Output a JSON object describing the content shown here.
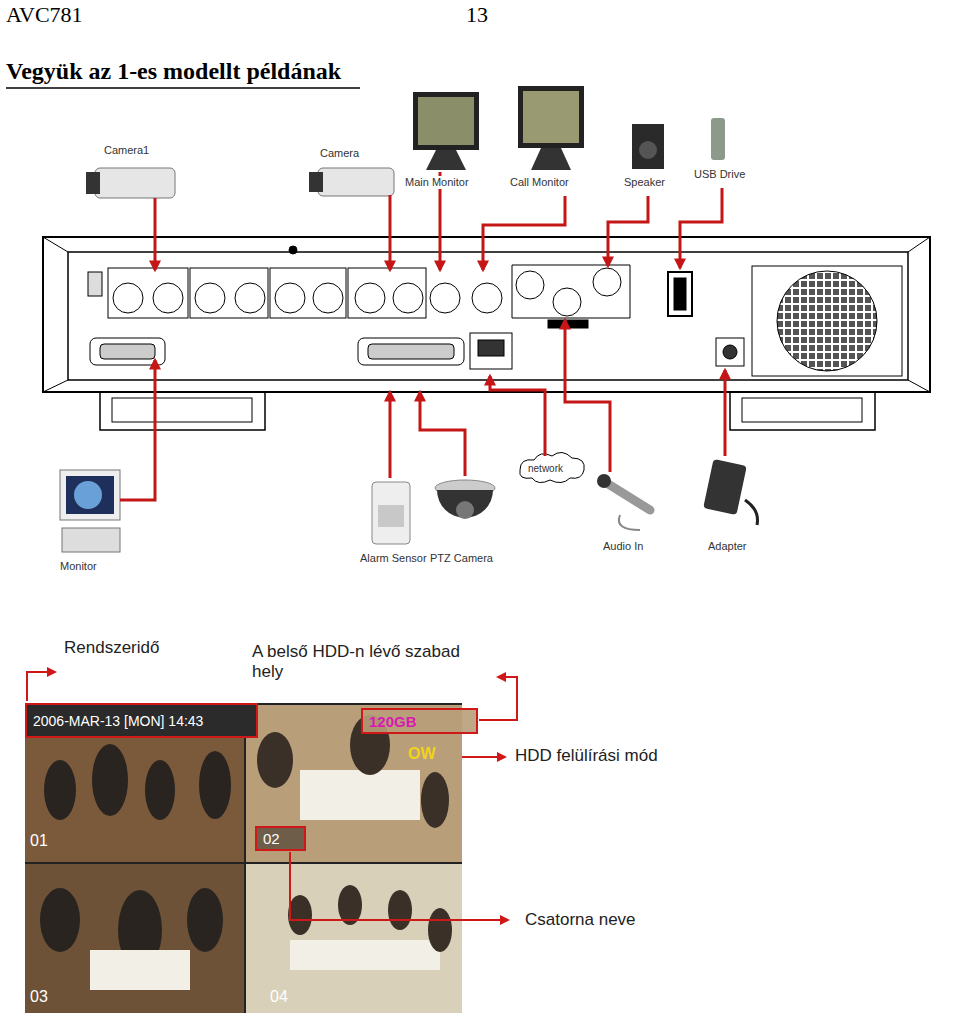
{
  "diagram": {
    "title": "Vegyük az 1-es modellt példának",
    "nodes": [
      {
        "text": [
          "2006-MAR-13 [MON] 14:43"
        ]
      },
      {
        "text": [
          "120GB"
        ]
      },
      {
        "text": [
          "02"
        ]
      }
    ],
    "labels": [
      "AVC781",
      "13",
      "Camera1",
      "Camera",
      "Main Monitor",
      "Call Monitor",
      "Speaker",
      "USB Drive",
      "Monitor",
      "Alarm Sensor",
      "PTZ Camera",
      "network",
      "Audio In",
      "Adapter",
      "OW",
      "01",
      "03",
      "04",
      "Rendszeridő",
      "A belső HDD-n lévő szabad hely",
      "HDD felülírási mód",
      "Csatorna neve"
    ]
  }
}
